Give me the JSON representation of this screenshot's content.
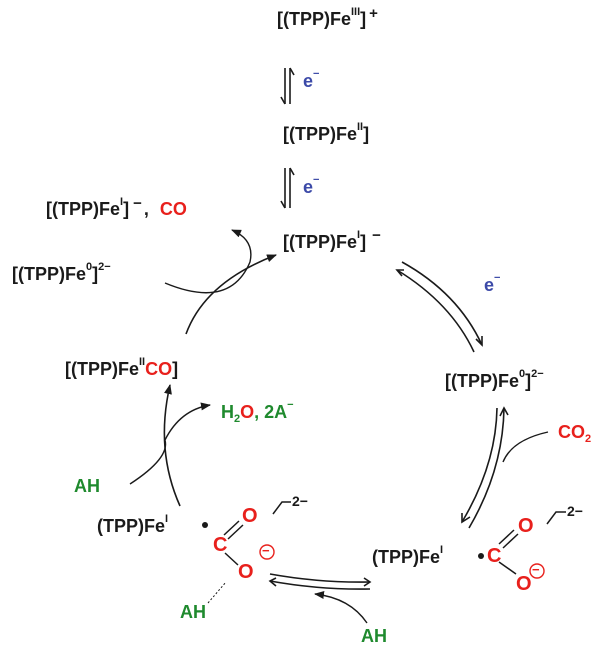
{
  "species": {
    "fe3": "[(TPP)Fe",
    "fe3_ox": "III",
    "fe3_close": "]",
    "fe3_charge": "+",
    "fe2": "[(TPP)Fe",
    "fe2_ox": "II",
    "fe2_close": "]",
    "fe1": "[(TPP)Fe",
    "fe1_ox": "I",
    "fe1_close": "]",
    "fe1_charge": "−",
    "fe0_right": "[(TPP)Fe",
    "fe0_right_ox": "0",
    "fe0_right_close": "]",
    "fe0_right_charge": "2−",
    "fe0_left": "[(TPP)Fe",
    "fe0_left_ox": "0",
    "fe0_left_close": "]",
    "fe0_left_charge": "2−",
    "fe1_product": "[(TPP)Fe",
    "fe1_product_ox": "I",
    "fe1_product_close": "]",
    "fe1_product_charge": "−",
    "product_sep": ",",
    "co_product": "CO",
    "fe2co": "[(TPP)Fe",
    "fe2co_ox": "II",
    "fe2co_co": "CO",
    "fe2co_close": "]",
    "adduct_right": "(TPP)Fe",
    "adduct_right_ox": "I",
    "adduct_left": "(TPP)Fe",
    "adduct_left_ox": "I",
    "adduct_charge": "2−",
    "atom_c": "C",
    "atom_o": "O",
    "minus_circle": "−"
  },
  "reagents": {
    "electron": "e",
    "electron_charge": "−",
    "co2": "CO",
    "co2_sub": "2",
    "ah": "AH",
    "water": "H",
    "water_sub": "2",
    "water_o": "O",
    "water_sep": ", 2A",
    "water_charge": "−"
  },
  "colors": {
    "text": "#1a1a1a",
    "oxygen_carbon": "#e8201c",
    "acid_water": "#1f8a2e",
    "electron": "#3c4aa8",
    "arrow": "#1a1a1a"
  }
}
